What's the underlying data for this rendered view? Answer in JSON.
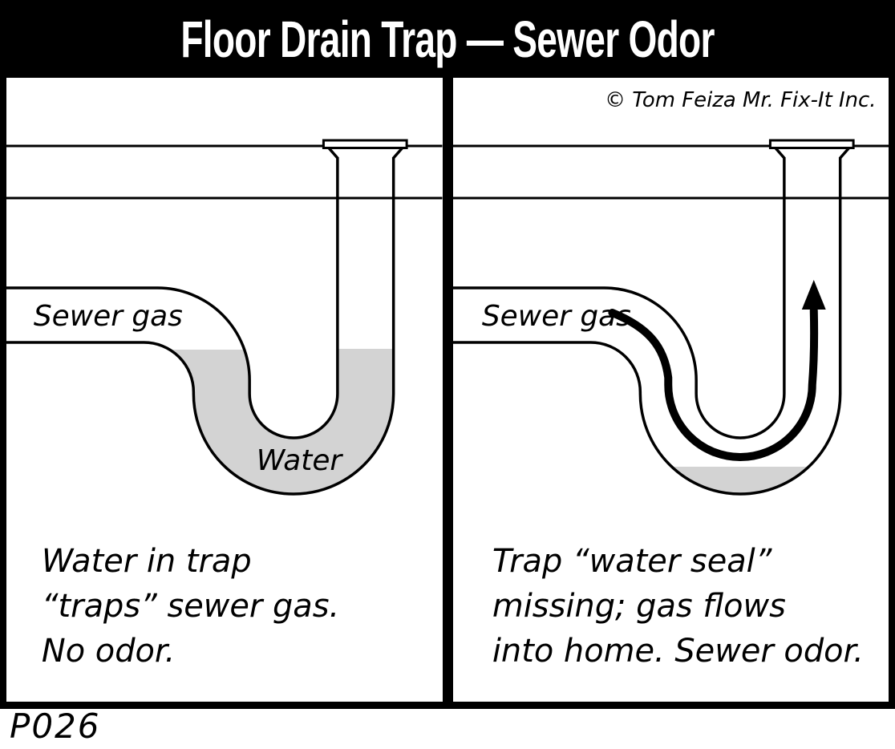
{
  "title": "Floor Drain Trap — Sewer Odor",
  "copyright": "© Tom Feiza Mr. Fix-It Inc.",
  "plate_id": "P026",
  "colors": {
    "water_fill": "#d3d3d3",
    "line": "#000000",
    "title_bg": "#000000",
    "title_text": "#ffffff"
  },
  "panels": [
    {
      "name": "trap-with-water",
      "pipe_label": "Sewer gas",
      "water_label": "Water",
      "caption_lines": [
        "Water in trap",
        "“traps” sewer gas.",
        "No odor."
      ]
    },
    {
      "name": "trap-seal-missing",
      "pipe_label": "Sewer gas",
      "caption_lines": [
        "Trap “water seal”",
        "missing; gas flows",
        "into home. Sewer odor."
      ]
    }
  ]
}
